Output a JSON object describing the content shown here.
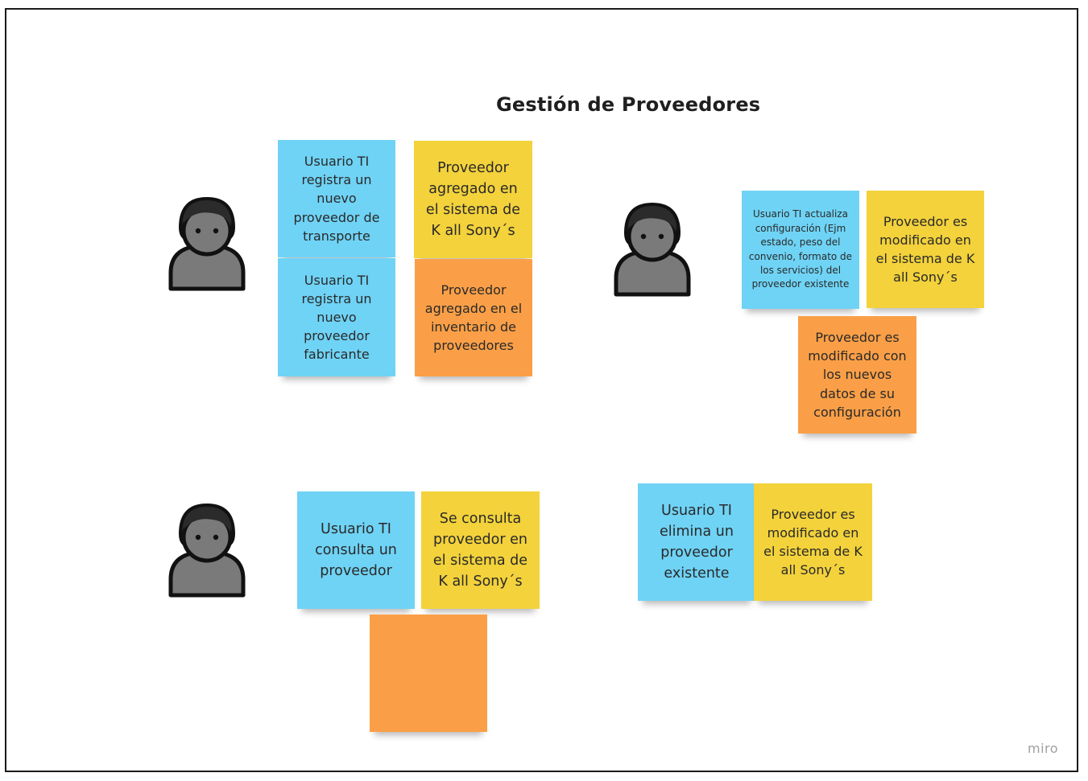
{
  "board": {
    "title": "Gestión de Proveedores",
    "watermark": "miro"
  },
  "colors": {
    "blue": "#6fd3f5",
    "yellow": "#f3d23b",
    "orange": "#fa9f47",
    "person_fill": "#7a7a7a",
    "person_stroke": "#111111"
  },
  "actors": [
    {
      "icon": "person-icon"
    },
    {
      "icon": "person-icon"
    },
    {
      "icon": "person-icon"
    }
  ],
  "stickies": [
    {
      "color": "blue",
      "text": "Usuario TI registra un nuevo proveedor  de transporte"
    },
    {
      "color": "yellow",
      "text": "Proveedor agregado en el sistema de K all Sony´s"
    },
    {
      "color": "blue",
      "text": "Usuario TI registra un nuevo proveedor fabricante"
    },
    {
      "color": "orange",
      "text": "Proveedor agregado en el inventario de proveedores"
    },
    {
      "color": "blue",
      "text": "Usuario TI actualiza configuración (Ejm estado, peso del convenio, formato de los servicios) del proveedor existente"
    },
    {
      "color": "yellow",
      "text": "Proveedor es modificado en el sistema de K all Sony´s"
    },
    {
      "color": "orange",
      "text": "Proveedor es modificado con los nuevos datos de su configuración"
    },
    {
      "color": "blue",
      "text": "Usuario TI consulta un proveedor"
    },
    {
      "color": "yellow",
      "text": "Se consulta proveedor en el sistema de K all Sony´s"
    },
    {
      "color": "orange",
      "text": ""
    },
    {
      "color": "blue",
      "text": "Usuario TI elimina un proveedor existente"
    },
    {
      "color": "yellow",
      "text": "Proveedor es modificado en el sistema de K all Sony´s"
    }
  ]
}
